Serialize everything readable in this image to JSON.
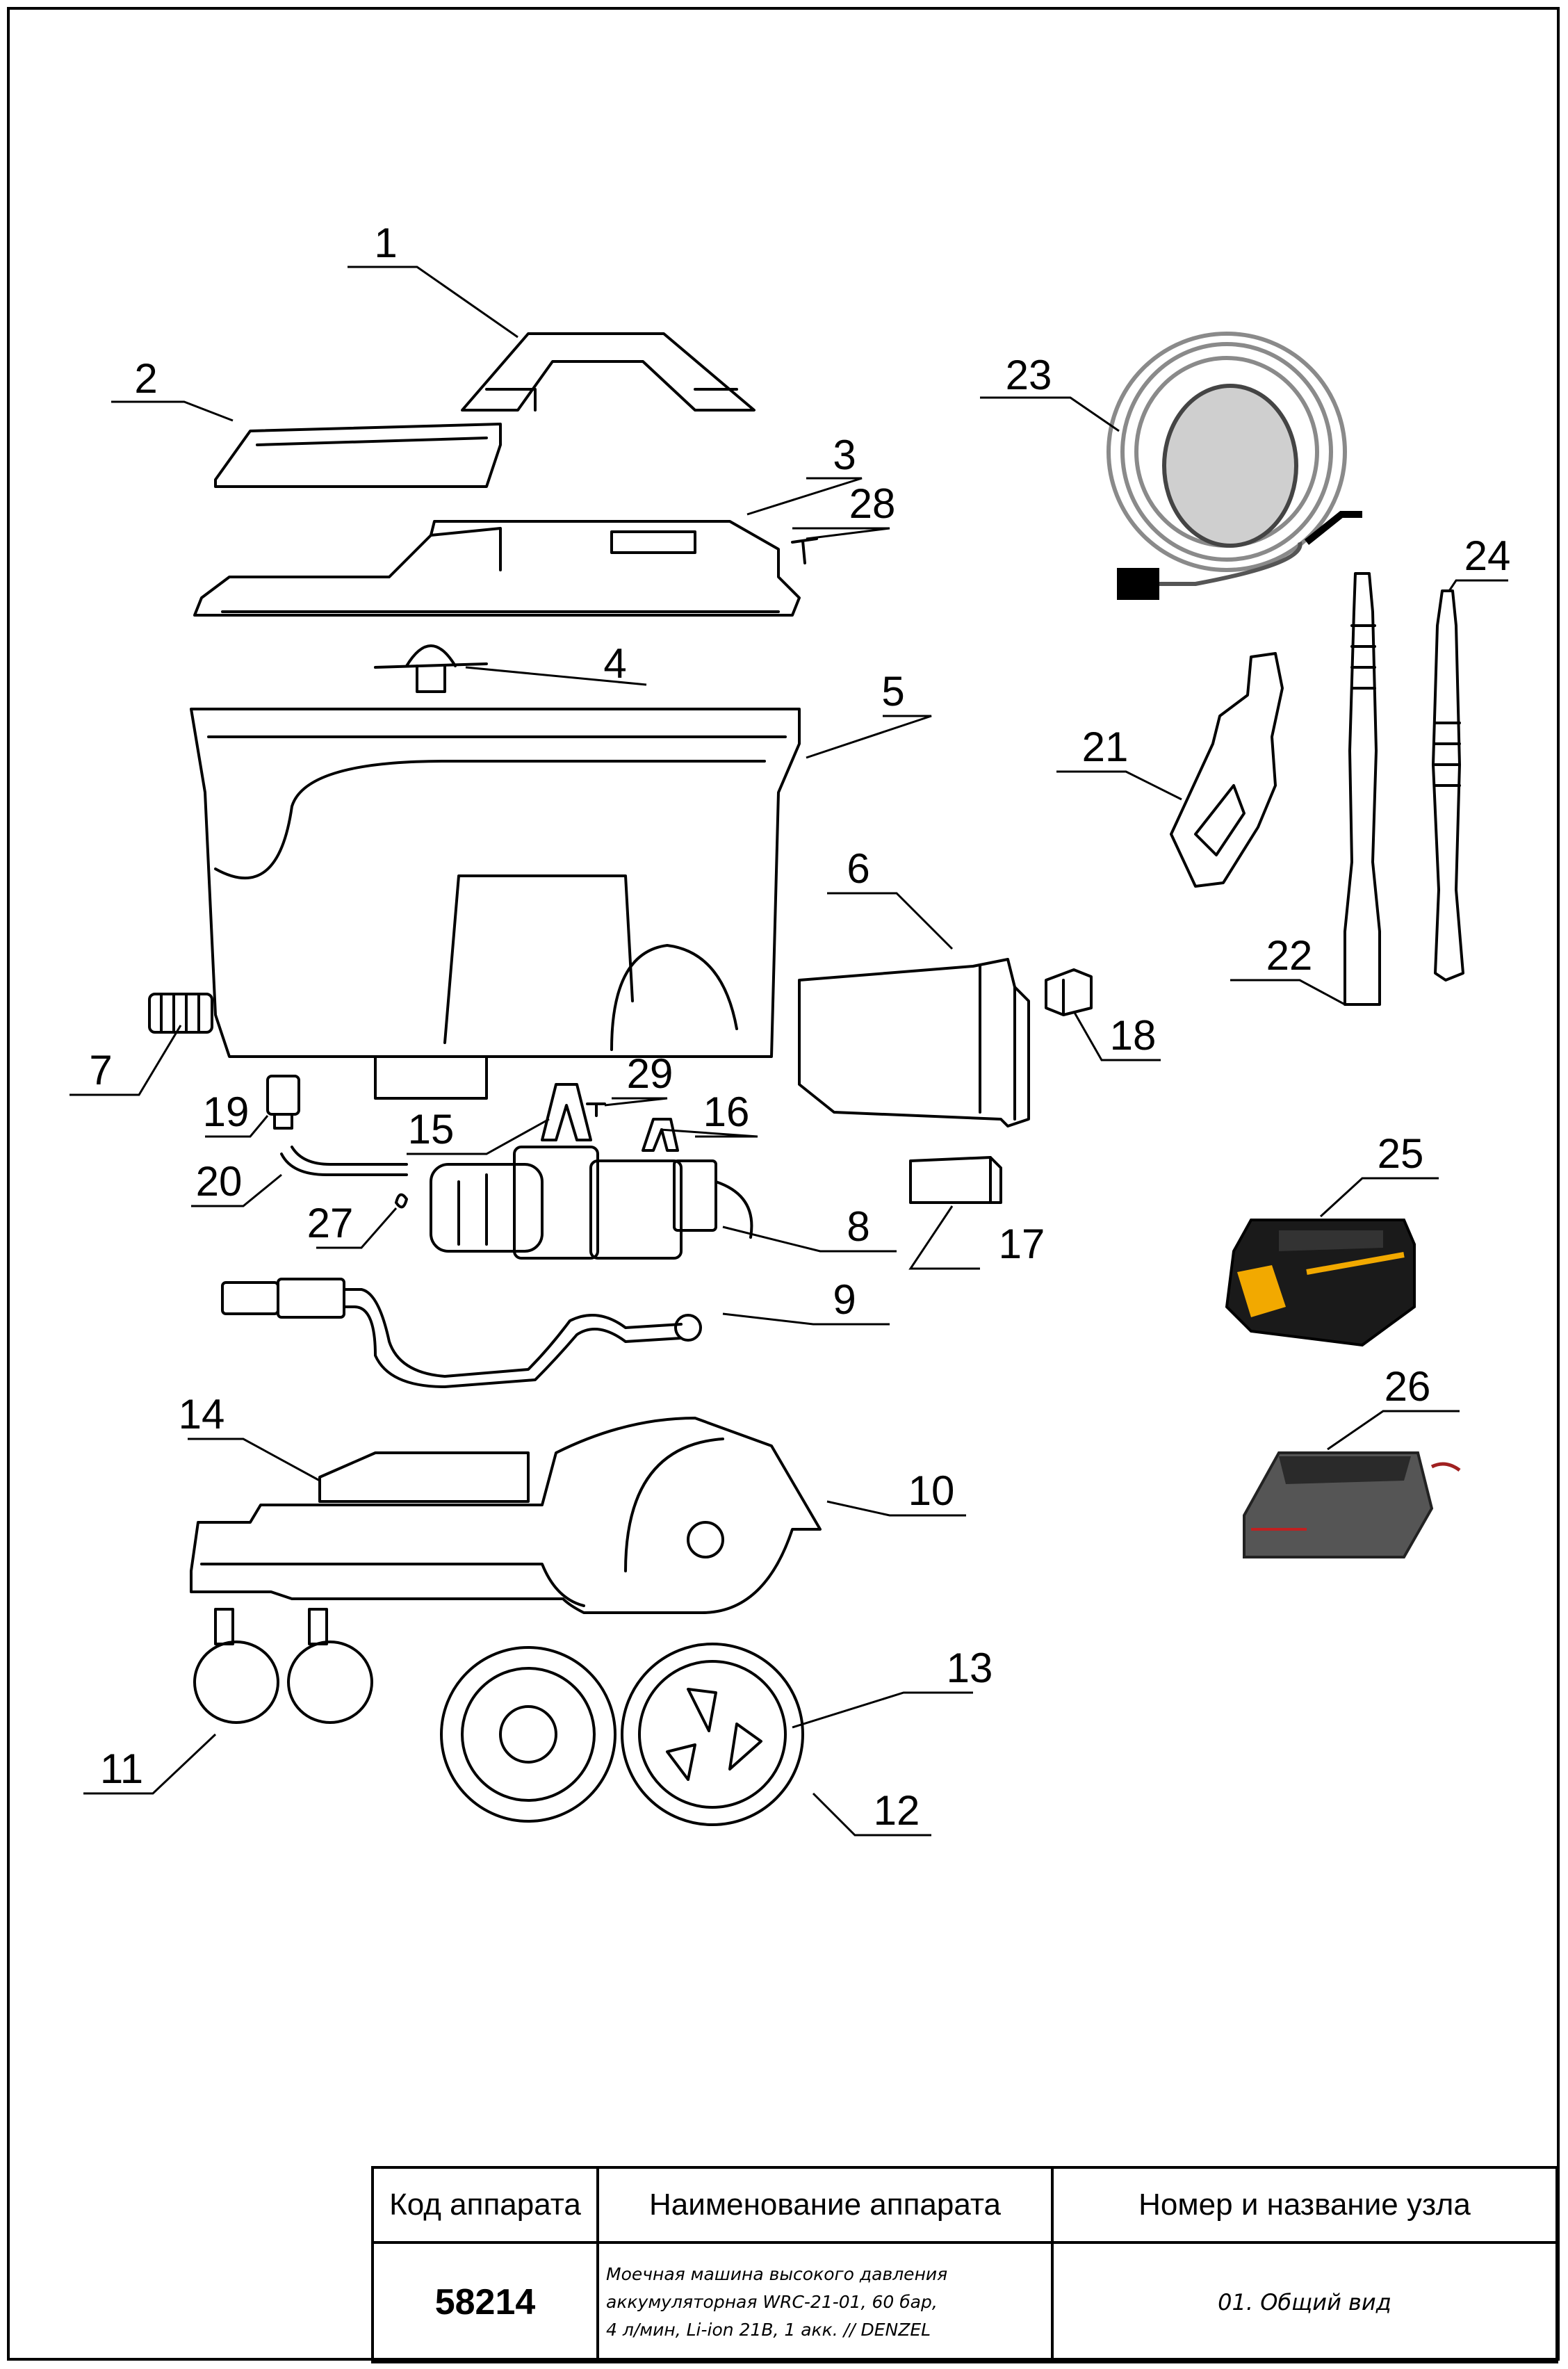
{
  "callouts": [
    "1",
    "2",
    "3",
    "4",
    "5",
    "6",
    "7",
    "8",
    "9",
    "10",
    "11",
    "12",
    "13",
    "14",
    "15",
    "16",
    "17",
    "18",
    "19",
    "20",
    "21",
    "22",
    "23",
    "24",
    "25",
    "26",
    "27",
    "28",
    "29"
  ],
  "title_block": {
    "col_code": "Код аппарата",
    "col_name": "Наименование аппарата",
    "col_node": "Номер и название узла",
    "code": "58214",
    "name_line1": "Моечная машина высокого давления",
    "name_line2": "аккумуляторная WRC-21-01, 60 бар,",
    "name_line3": "4 л/мин, Li-ion 21В, 1 акк. // DENZEL",
    "node": "01. Общий вид"
  },
  "colors": {
    "line": "#000000",
    "battery_accent": "#f2a900",
    "charger_body": "#555555",
    "hose": "#8a8a8a"
  }
}
